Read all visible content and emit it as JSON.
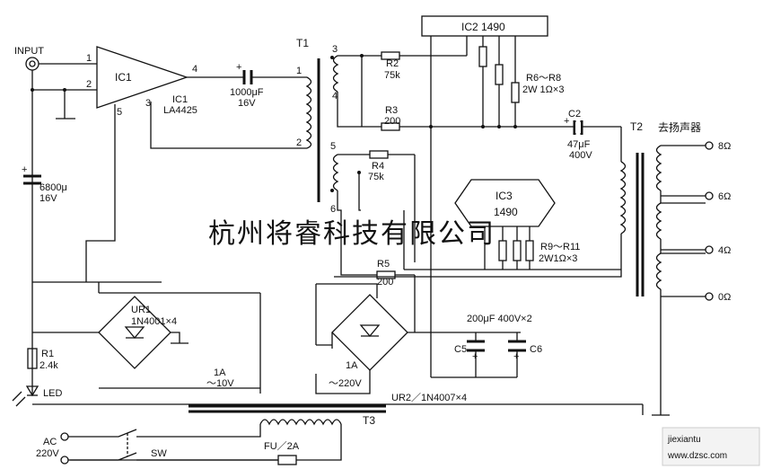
{
  "labels": {
    "input": "INPUT",
    "ic1_pin1": "1",
    "ic1_pin2": "2",
    "ic1_pin3": "3",
    "ic1_pin4": "4",
    "ic1_pin5": "5",
    "ic1_name": "IC1",
    "ic1_ref": "IC1",
    "ic1_model": "LA4425",
    "c_out_value": "1000μF",
    "c_out_voltage": "16V",
    "t1_name": "T1",
    "t1_pin1": "1",
    "t1_pin2": "2",
    "t1_pin3": "3",
    "t1_pin4": "4",
    "t1_pin5": "5",
    "t1_pin6": "6",
    "r2_name": "R2",
    "r2_value": "75k",
    "r3_name": "R3",
    "r3_value": "200",
    "r4_name": "R4",
    "r4_value": "75k",
    "r5_name": "R5",
    "r5_value": "200",
    "ic2_label": "IC2 1490",
    "r6r8_name": "R6～R8",
    "r6r8_value": "2W 1Ω×3",
    "c2_name": "C2",
    "c2_value": "47μF",
    "c2_voltage": "400V",
    "t2_name": "T2",
    "speaker_label": "去扬声器",
    "tap_8": "8Ω",
    "tap_6": "6Ω",
    "tap_4": "4Ω",
    "tap_0": "0Ω",
    "ic3_name": "IC3",
    "ic3_model": "1490",
    "r9r11_name": "R9～R11",
    "r9r11_value": "2W1Ω×3",
    "c1_value": "6800μ",
    "c1_voltage": "16V",
    "ur1_name": "UR1",
    "ur1_value": "1N4001×4",
    "r1_name": "R1",
    "r1_value": "2.4k",
    "led_label": "LED",
    "sec1_current": "1A",
    "sec1_voltage": "～10V",
    "sec2_current": "1A",
    "sec2_voltage": "～220V",
    "c5c6_value": "200μF 400V×2",
    "c5_name": "C5",
    "c6_name": "C6",
    "ur2_label": "UR2／1N4007×4",
    "t3_name": "T3",
    "ac_label": "AC",
    "ac_voltage": "220V",
    "sw_label": "SW",
    "fuse_label": "FU／2A",
    "plus": "+",
    "watermark": "杭州将睿科技有限公司",
    "logo_site": "jiexiantu",
    "logo_domain": "www.dzsc.com"
  }
}
